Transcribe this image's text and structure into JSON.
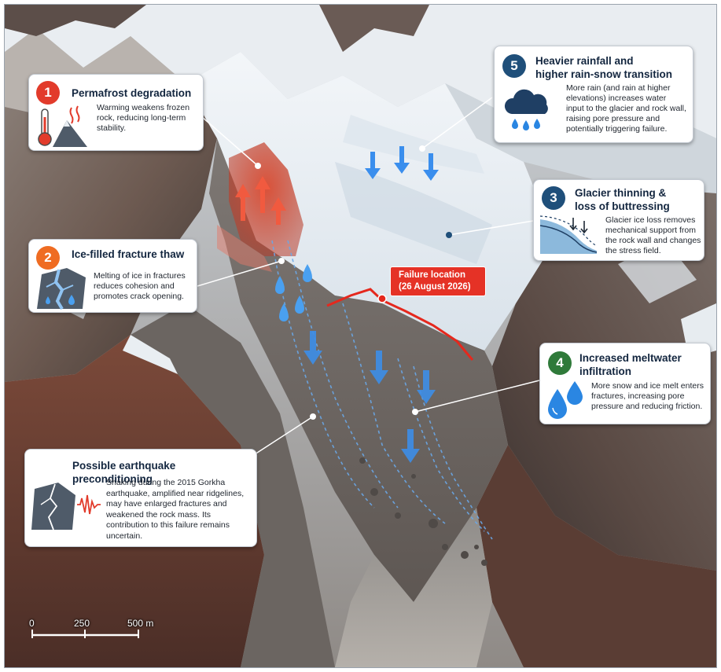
{
  "failure_location": {
    "line1": "Failure location",
    "line2": "(26 August 2026)",
    "color": "#e53226"
  },
  "callouts": [
    {
      "number": "1",
      "title_lines": [
        "Permafrost degradation"
      ],
      "description": [
        "Warming weakens frozen",
        "rock, reducing long-term",
        "stability."
      ],
      "badge_color": "#e23b2b",
      "icon": "thermometer-mountain-icon"
    },
    {
      "number": "2",
      "title_lines": [
        "Ice-filled fracture thaw"
      ],
      "description": [
        "Melting of ice in fractures",
        "reduces cohesion and",
        "promotes crack opening."
      ],
      "badge_color": "#ef6c22",
      "icon": "cracked-rock-water-icon"
    },
    {
      "number": "3",
      "title_lines": [
        "Glacier thinning &",
        "loss of buttressing"
      ],
      "description": [
        "Glacier ice loss removes",
        "mechanical support from",
        "the rock wall and changes",
        "the stress field."
      ],
      "badge_color": "#1f4f7a",
      "icon": "glacier-profile-icon"
    },
    {
      "number": "4",
      "title_lines": [
        "Increased meltwater",
        "infiltration"
      ],
      "description": [
        "More snow and ice melt enters",
        "fractures, increasing pore",
        "pressure and reducing friction."
      ],
      "badge_color": "#2f7a3a",
      "icon": "water-drops-icon"
    },
    {
      "number": "5",
      "title_lines": [
        "Heavier rainfall and",
        "higher rain-snow transition"
      ],
      "description": [
        "More rain (and rain at higher",
        "elevations) increases water",
        "input to the glacier and rock wall,",
        "raising pore pressure and",
        "potentially triggering failure."
      ],
      "badge_color": "#1f4f7a",
      "icon": "rain-cloud-icon"
    },
    {
      "title_lines": [
        "Possible earthquake preconditioning"
      ],
      "description": [
        "Shaking during the 2015 Gorkha",
        "earthquake, amplified near ridgelines,",
        "may have enlarged fractures and",
        "weakened the rock mass. Its",
        "contribution to this failure remains",
        "uncertain."
      ],
      "icon": "seismic-rock-icon"
    }
  ],
  "scale_bar": {
    "labels": [
      "0",
      "250",
      "500 m"
    ]
  }
}
